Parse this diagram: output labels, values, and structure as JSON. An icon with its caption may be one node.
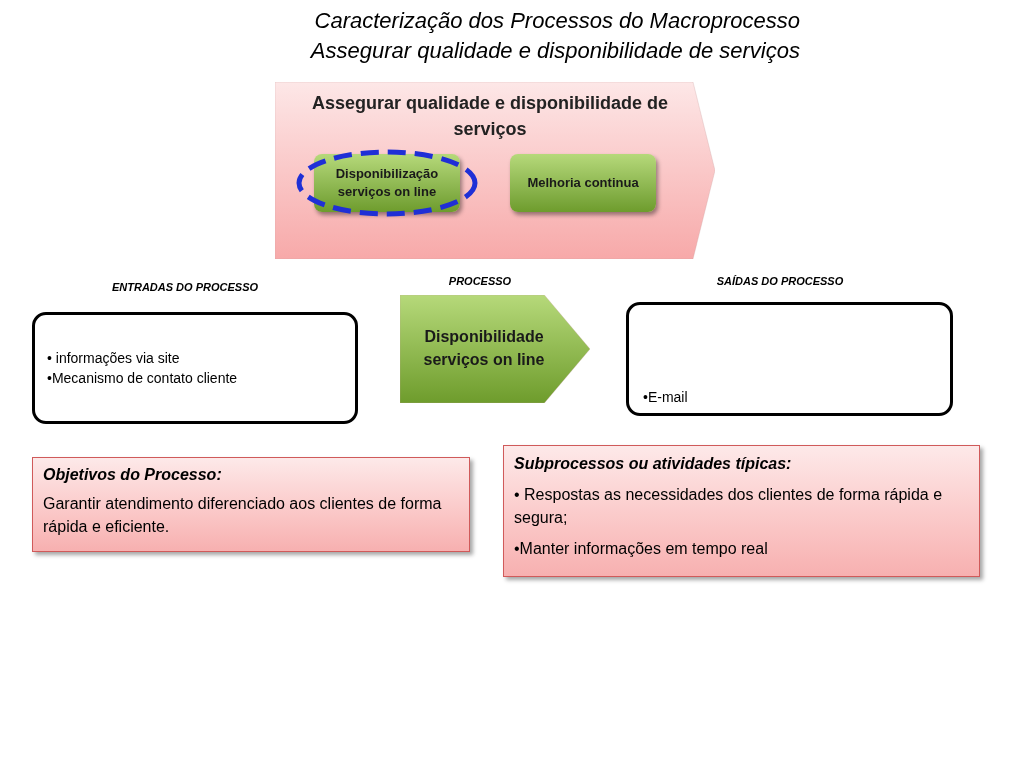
{
  "diagram": {
    "title": "Caracterização dos Processos do Macroprocesso Assegurar qualidade e disponibilidade de serviços",
    "nodes": [
      {
        "text": [
          "Assegurar qualidade e disponibilidade de serviços"
        ]
      },
      {
        "text": [
          "Disponibilização serviços on line"
        ],
        "in": 0
      },
      {
        "text": [
          "Melhoria continua"
        ],
        "in": 0
      },
      {
        "text": [
          "ENTRADAS DO PROCESSO",
          "• informações via site",
          "•Mecanismo de contato cliente"
        ]
      },
      {
        "text": [
          "PROCESSO",
          "Disponibilidade serviços on line"
        ]
      },
      {
        "text": [
          "SAÍDAS DO PROCESSO",
          "•E-mail"
        ]
      },
      {
        "text": [
          "Objetivos do Processo:",
          "Garantir atendimento diferenciado aos clientes de forma rápida e eficiente."
        ]
      },
      {
        "text": [
          "Subprocessos ou atividades típicas:",
          "• Respostas as necessidades dos clientes de forma rápida e segura;",
          "•Manter informações em tempo real"
        ]
      }
    ]
  }
}
